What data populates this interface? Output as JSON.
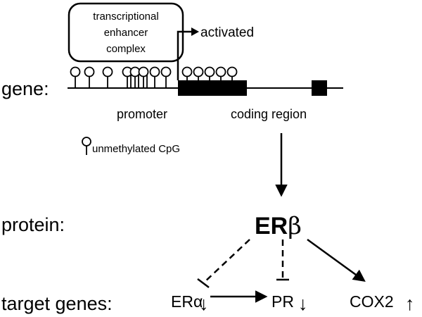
{
  "labels": {
    "gene_row": "gene:",
    "protein_row": "protein:",
    "target_row": "target genes:"
  },
  "gene": {
    "enhancer_complex_lines": [
      "transcriptional",
      "enhancer",
      "complex"
    ],
    "transcription_status": "activated",
    "promoter_label": "promoter",
    "coding_region_label": "coding region"
  },
  "legend": {
    "cpg_label": "unmethylated CpG",
    "cpg_icon": "lollipop-open-circle-icon"
  },
  "protein": {
    "name": "ER",
    "greek": "β"
  },
  "targets": [
    {
      "name": "ERα",
      "change": "↓",
      "regulation": "inhibited"
    },
    {
      "name": "PR",
      "change": "↓",
      "regulation": "inhibited"
    },
    {
      "name": "COX2",
      "change": "↑",
      "regulation": "activated"
    }
  ],
  "colors": {
    "line": "#000000",
    "background": "#ffffff"
  }
}
